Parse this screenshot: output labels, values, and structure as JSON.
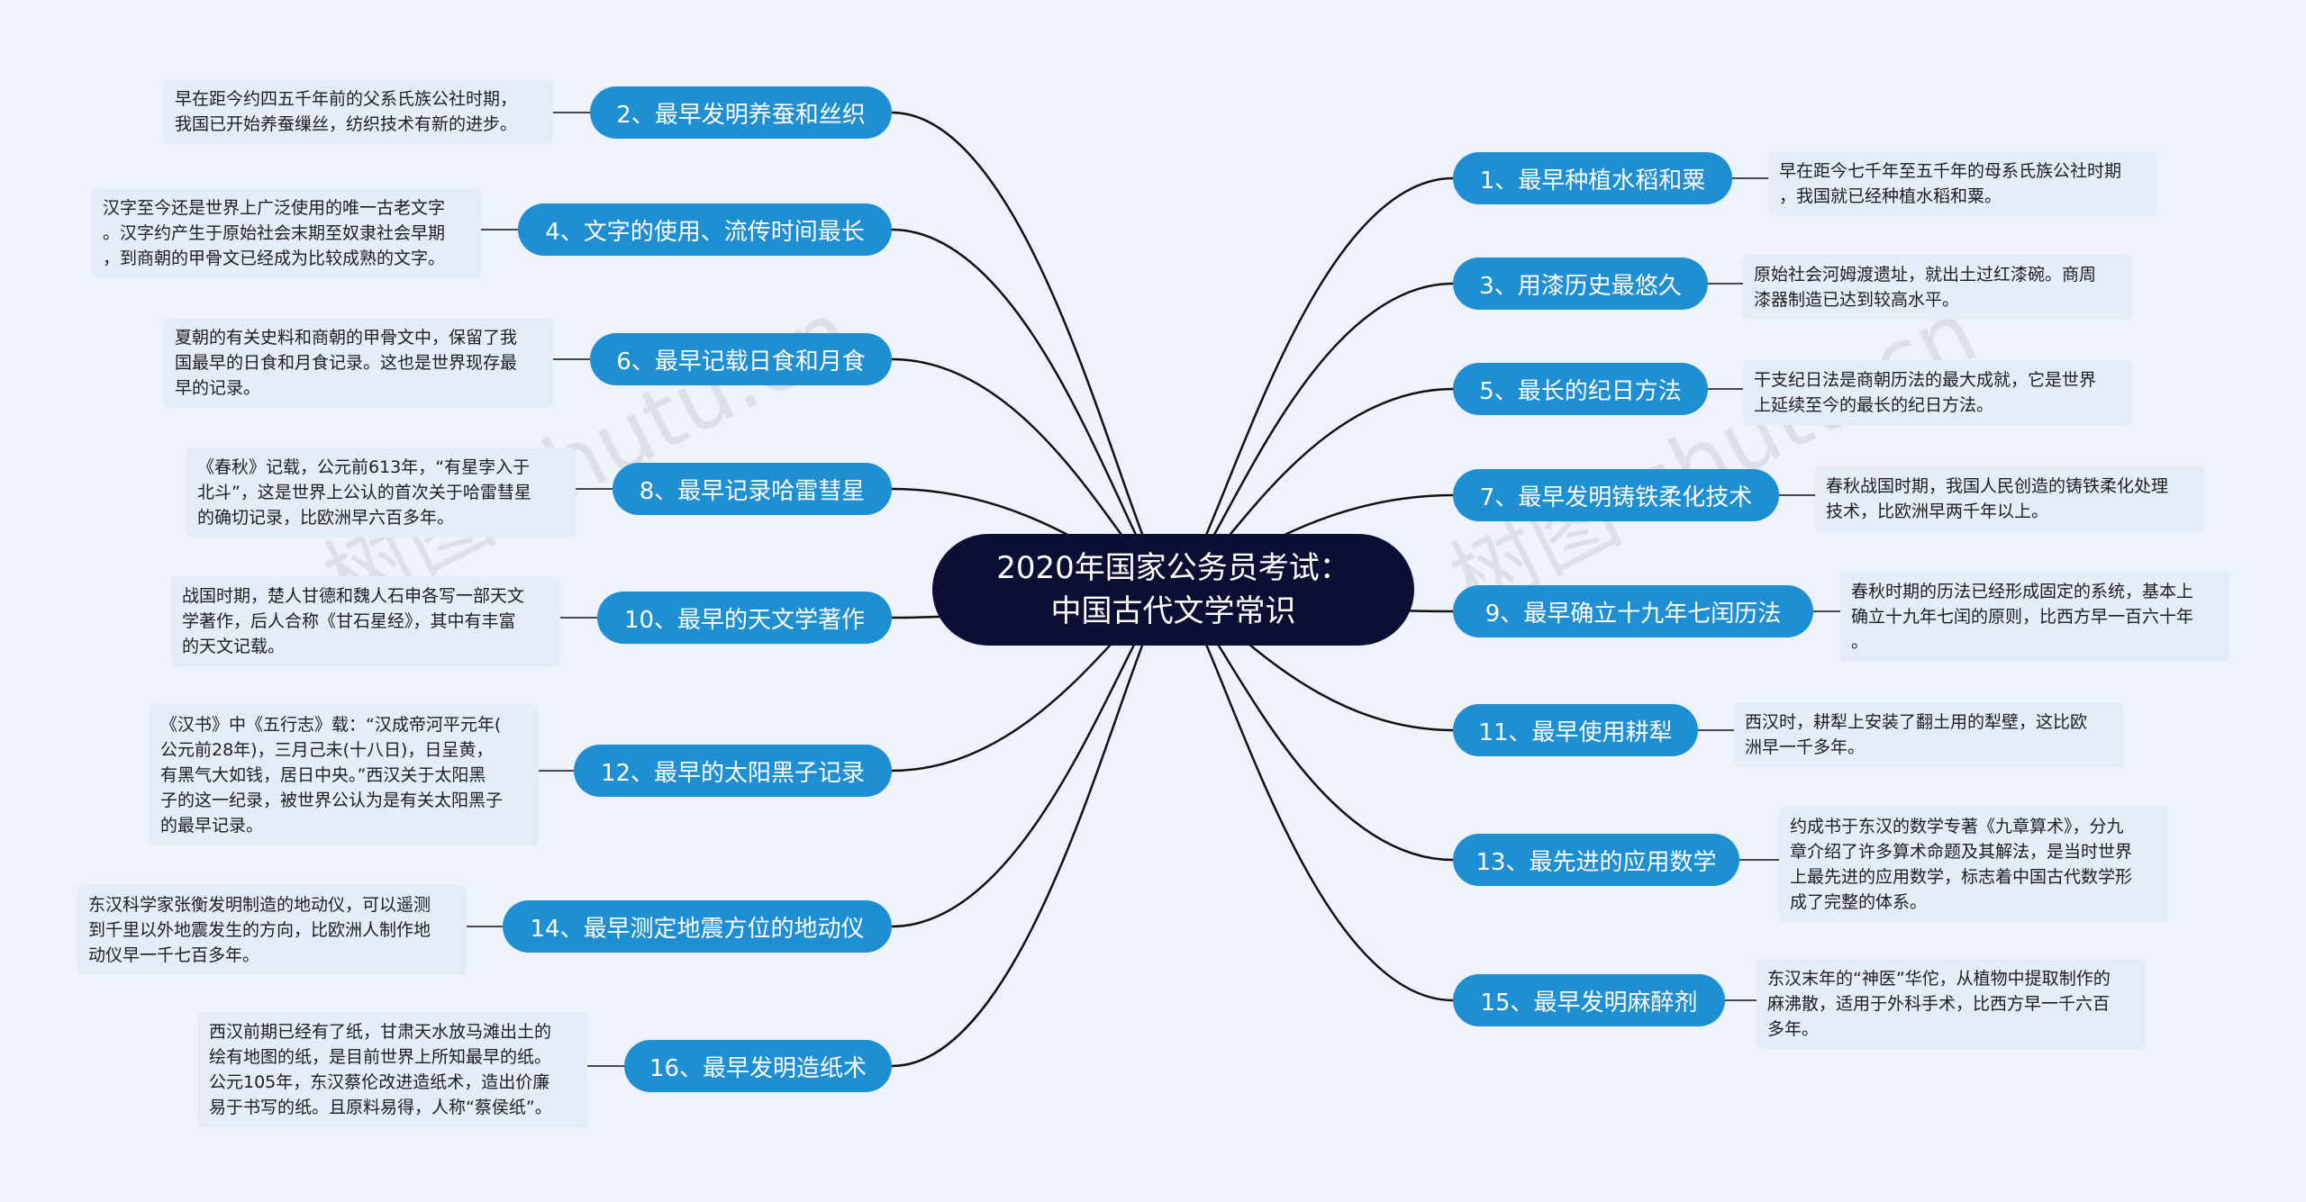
{
  "center": {
    "line1": "2020年国家公务员考试：",
    "line2": "中国古代文学常识"
  },
  "watermark": "树图 shutu.cn",
  "left": [
    {
      "label": "2、最早发明养蚕和丝织",
      "note": "早在距今约四五千年前的父系氏族公社时期，\n我国已开始养蚕缫丝，纺织技术有新的进步。"
    },
    {
      "label": "4、文字的使用、流传时间最长",
      "note": "汉字至今还是世界上广泛使用的唯一古老文字\n。汉字约产生于原始社会末期至奴隶社会早期\n，到商朝的甲骨文已经成为比较成熟的文字。"
    },
    {
      "label": "6、最早记载日食和月食",
      "note": "夏朝的有关史料和商朝的甲骨文中，保留了我\n国最早的日食和月食记录。这也是世界现存最\n早的记录。"
    },
    {
      "label": "8、最早记录哈雷彗星",
      "note": "《春秋》记载，公元前613年，“有星孛入于\n北斗”，这是世界上公认的首次关于哈雷彗星\n的确切记录，比欧洲早六百多年。"
    },
    {
      "label": "10、最早的天文学著作",
      "note": "战国时期，楚人甘德和魏人石申各写一部天文\n学著作，后人合称《甘石星经》，其中有丰富\n的天文记载。"
    },
    {
      "label": "12、最早的太阳黑子记录",
      "note": "《汉书》中《五行志》载：“汉成帝河平元年(\n公元前28年)，三月己未(十八日)，日呈黄，\n有黑气大如钱，居日中央。”西汉关于太阳黑\n子的这一纪录，被世界公认为是有关太阳黑子\n的最早记录。"
    },
    {
      "label": "14、最早测定地震方位的地动仪",
      "note": "东汉科学家张衡发明制造的地动仪，可以遥测\n到千里以外地震发生的方向，比欧洲人制作地\n动仪早一千七百多年。"
    },
    {
      "label": "16、最早发明造纸术",
      "note": "西汉前期已经有了纸，甘肃天水放马滩出土的\n绘有地图的纸，是目前世界上所知最早的纸。\n公元105年，东汉蔡伦改进造纸术，造出价廉\n易于书写的纸。且原料易得，人称“蔡侯纸”。"
    }
  ],
  "right": [
    {
      "label": "1、最早种植水稻和粟",
      "note": "早在距今七千年至五千年的母系氏族公社时期\n，我国就已经种植水稻和粟。"
    },
    {
      "label": "3、用漆历史最悠久",
      "note": "原始社会河姆渡遗址，就出土过红漆碗。商周\n漆器制造已达到较高水平。"
    },
    {
      "label": "5、最长的纪日方法",
      "note": "干支纪日法是商朝历法的最大成就，它是世界\n上延续至今的最长的纪日方法。"
    },
    {
      "label": "7、最早发明铸铁柔化技术",
      "note": "春秋战国时期，我国人民创造的铸铁柔化处理\n技术，比欧洲早两千年以上。"
    },
    {
      "label": "9、最早确立十九年七闰历法",
      "note": "春秋时期的历法已经形成固定的系统，基本上\n确立十九年七闰的原则，比西方早一百六十年\n。"
    },
    {
      "label": "11、最早使用耕犁",
      "note": "西汉时，耕犁上安装了翻土用的犁壁，这比欧\n洲早一千多年。"
    },
    {
      "label": "13、最先进的应用数学",
      "note": "约成书于东汉的数学专著《九章算术》，分九\n章介绍了许多算术命题及其解法，是当时世界\n上最先进的应用数学，标志着中国古代数学形\n成了完整的体系。"
    },
    {
      "label": "15、最早发明麻醉剂",
      "note": "东汉末年的“神医”华佗，从植物中提取制作的\n麻沸散，适用于外科手术，比西方早一千六百\n多年。"
    }
  ],
  "colors": {
    "background": "#eef3fb",
    "center": "#0b0f33",
    "node": "#1f8fd3",
    "note": "#e4ecf8",
    "line": "#111111"
  }
}
